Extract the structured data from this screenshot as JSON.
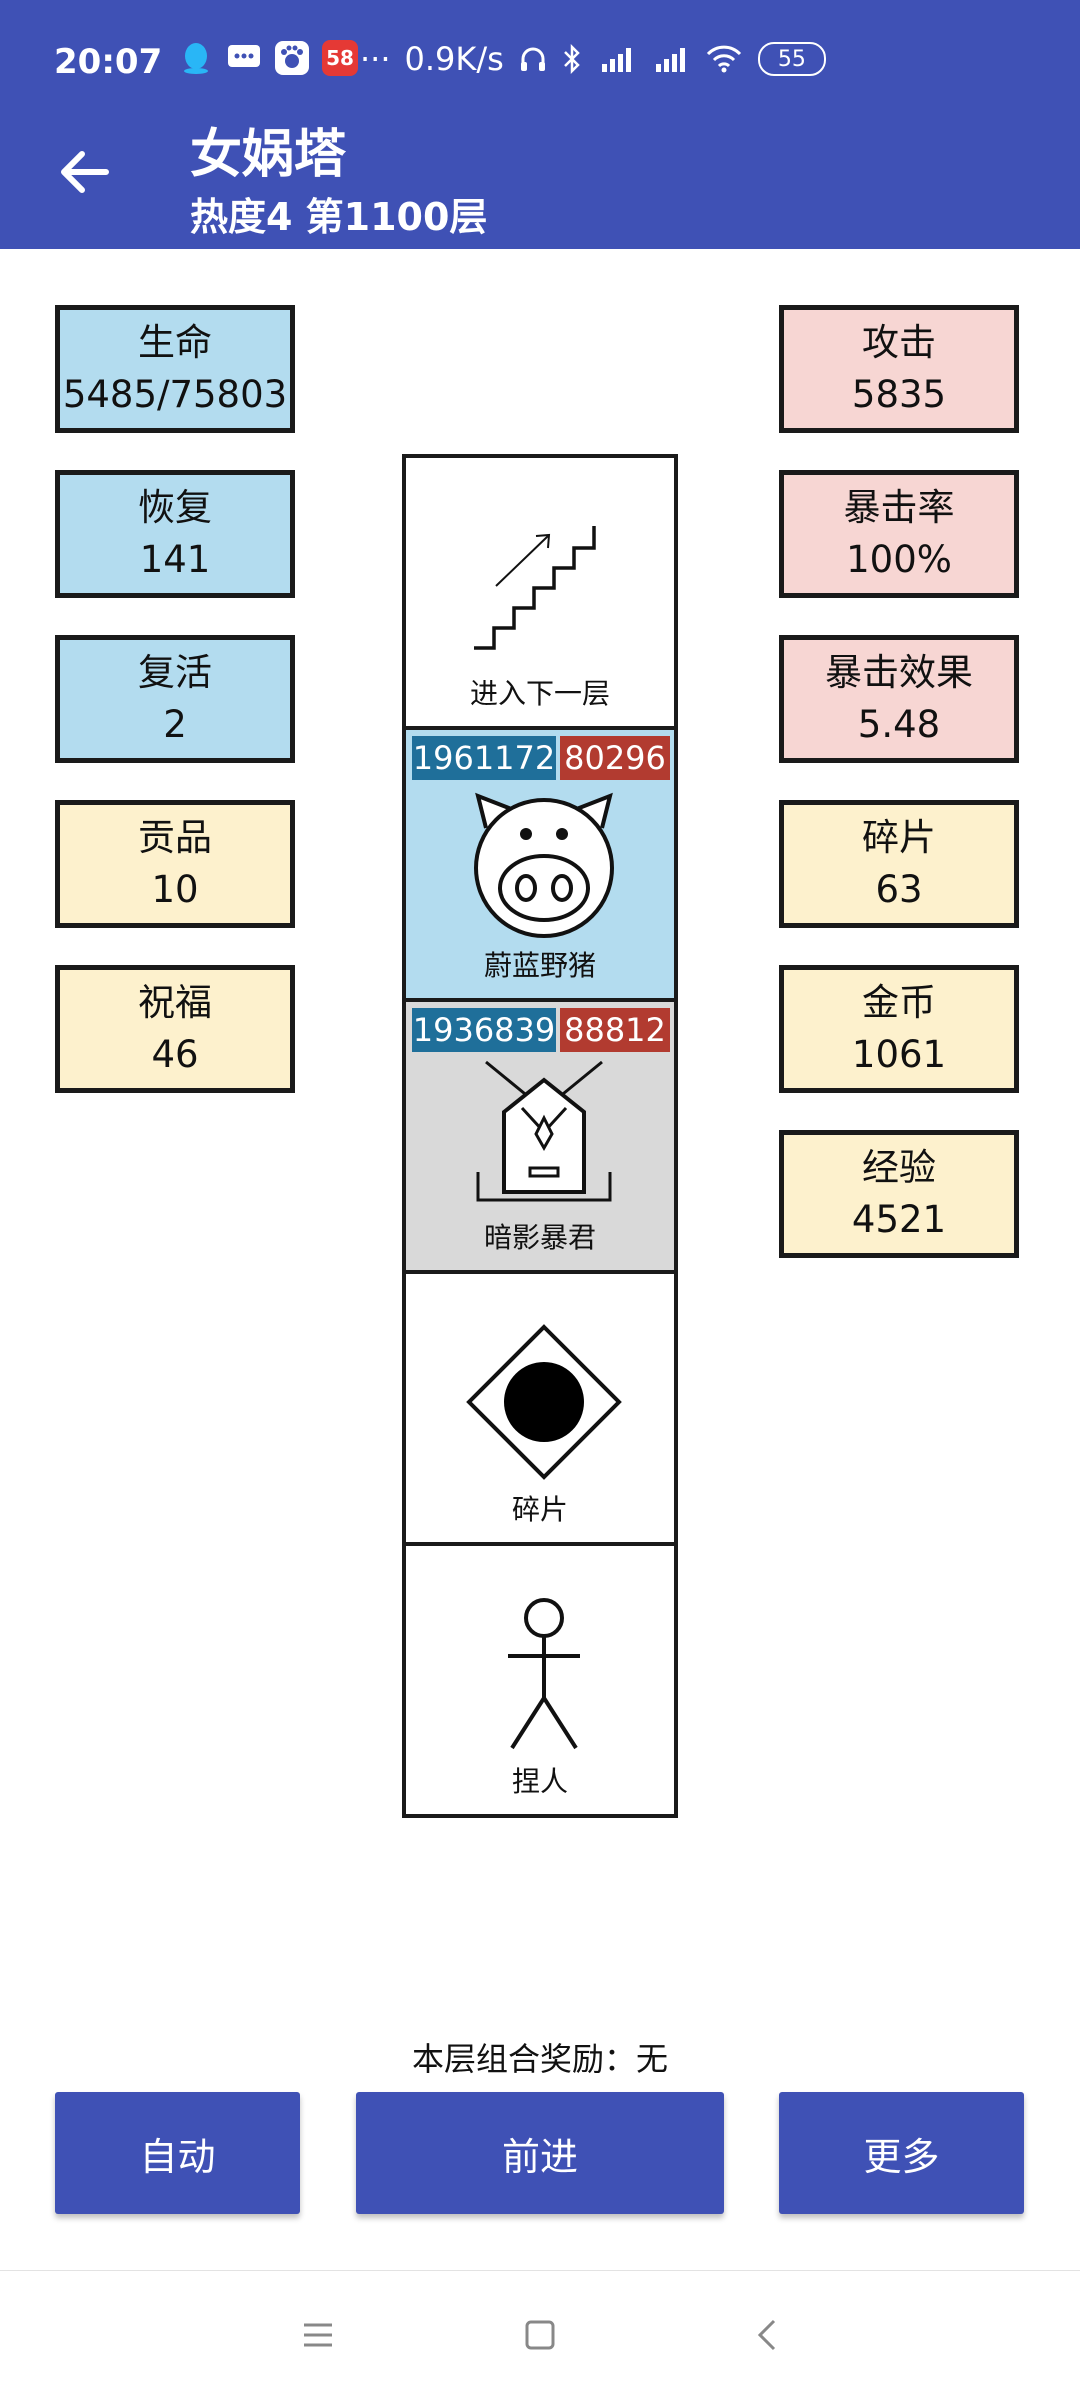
{
  "status_bar": {
    "time": "20:07",
    "network_speed": "0.9K/s",
    "battery": "55",
    "icons": [
      "qq-icon",
      "message-icon",
      "baidu-icon",
      "58-app-icon",
      "more-dots-icon",
      "headphones-icon",
      "bluetooth-icon",
      "signal-hd-icon",
      "signal-hd-icon",
      "wifi-icon",
      "battery-icon"
    ],
    "app_58_label": "58"
  },
  "header": {
    "title": "女娲塔",
    "subtitle": "热度4 第1100层"
  },
  "left_stats": [
    {
      "label": "生命",
      "value": "5485/75803"
    },
    {
      "label": "恢复",
      "value": "141"
    },
    {
      "label": "复活",
      "value": "2"
    },
    {
      "label": "贡品",
      "value": "10"
    },
    {
      "label": "祝福",
      "value": "46"
    }
  ],
  "right_stats": [
    {
      "label": "攻击",
      "value": "5835"
    },
    {
      "label": "暴击率",
      "value": "100%"
    },
    {
      "label": "暴击效果",
      "value": "5.48"
    },
    {
      "label": "碎片",
      "value": "63"
    },
    {
      "label": "金币",
      "value": "1061"
    },
    {
      "label": "经验",
      "value": "4521"
    }
  ],
  "tower": [
    {
      "label": "进入下一层",
      "icon": "stairs-icon"
    },
    {
      "label": "蔚蓝野猪",
      "icon": "pig-icon",
      "hp": "1961172",
      "atk": "80296"
    },
    {
      "label": "暗影暴君",
      "icon": "tyrant-icon",
      "hp": "1936839",
      "atk": "88812"
    },
    {
      "label": "碎片",
      "icon": "diamond-orb-icon"
    },
    {
      "label": "捏人",
      "icon": "stick-figure-icon"
    }
  ],
  "footer": {
    "combo_reward": "本层组合奖励：无",
    "buttons": {
      "auto": "自动",
      "forward": "前进",
      "more": "更多"
    }
  },
  "colors": {
    "primary": "#3f51b5",
    "blue_stat": "#b3dcef",
    "pink_stat": "#f7d6d3",
    "cream_stat": "#fdf1cd",
    "hp_badge": "#1f6f9a",
    "atk_badge": "#b23b30"
  }
}
